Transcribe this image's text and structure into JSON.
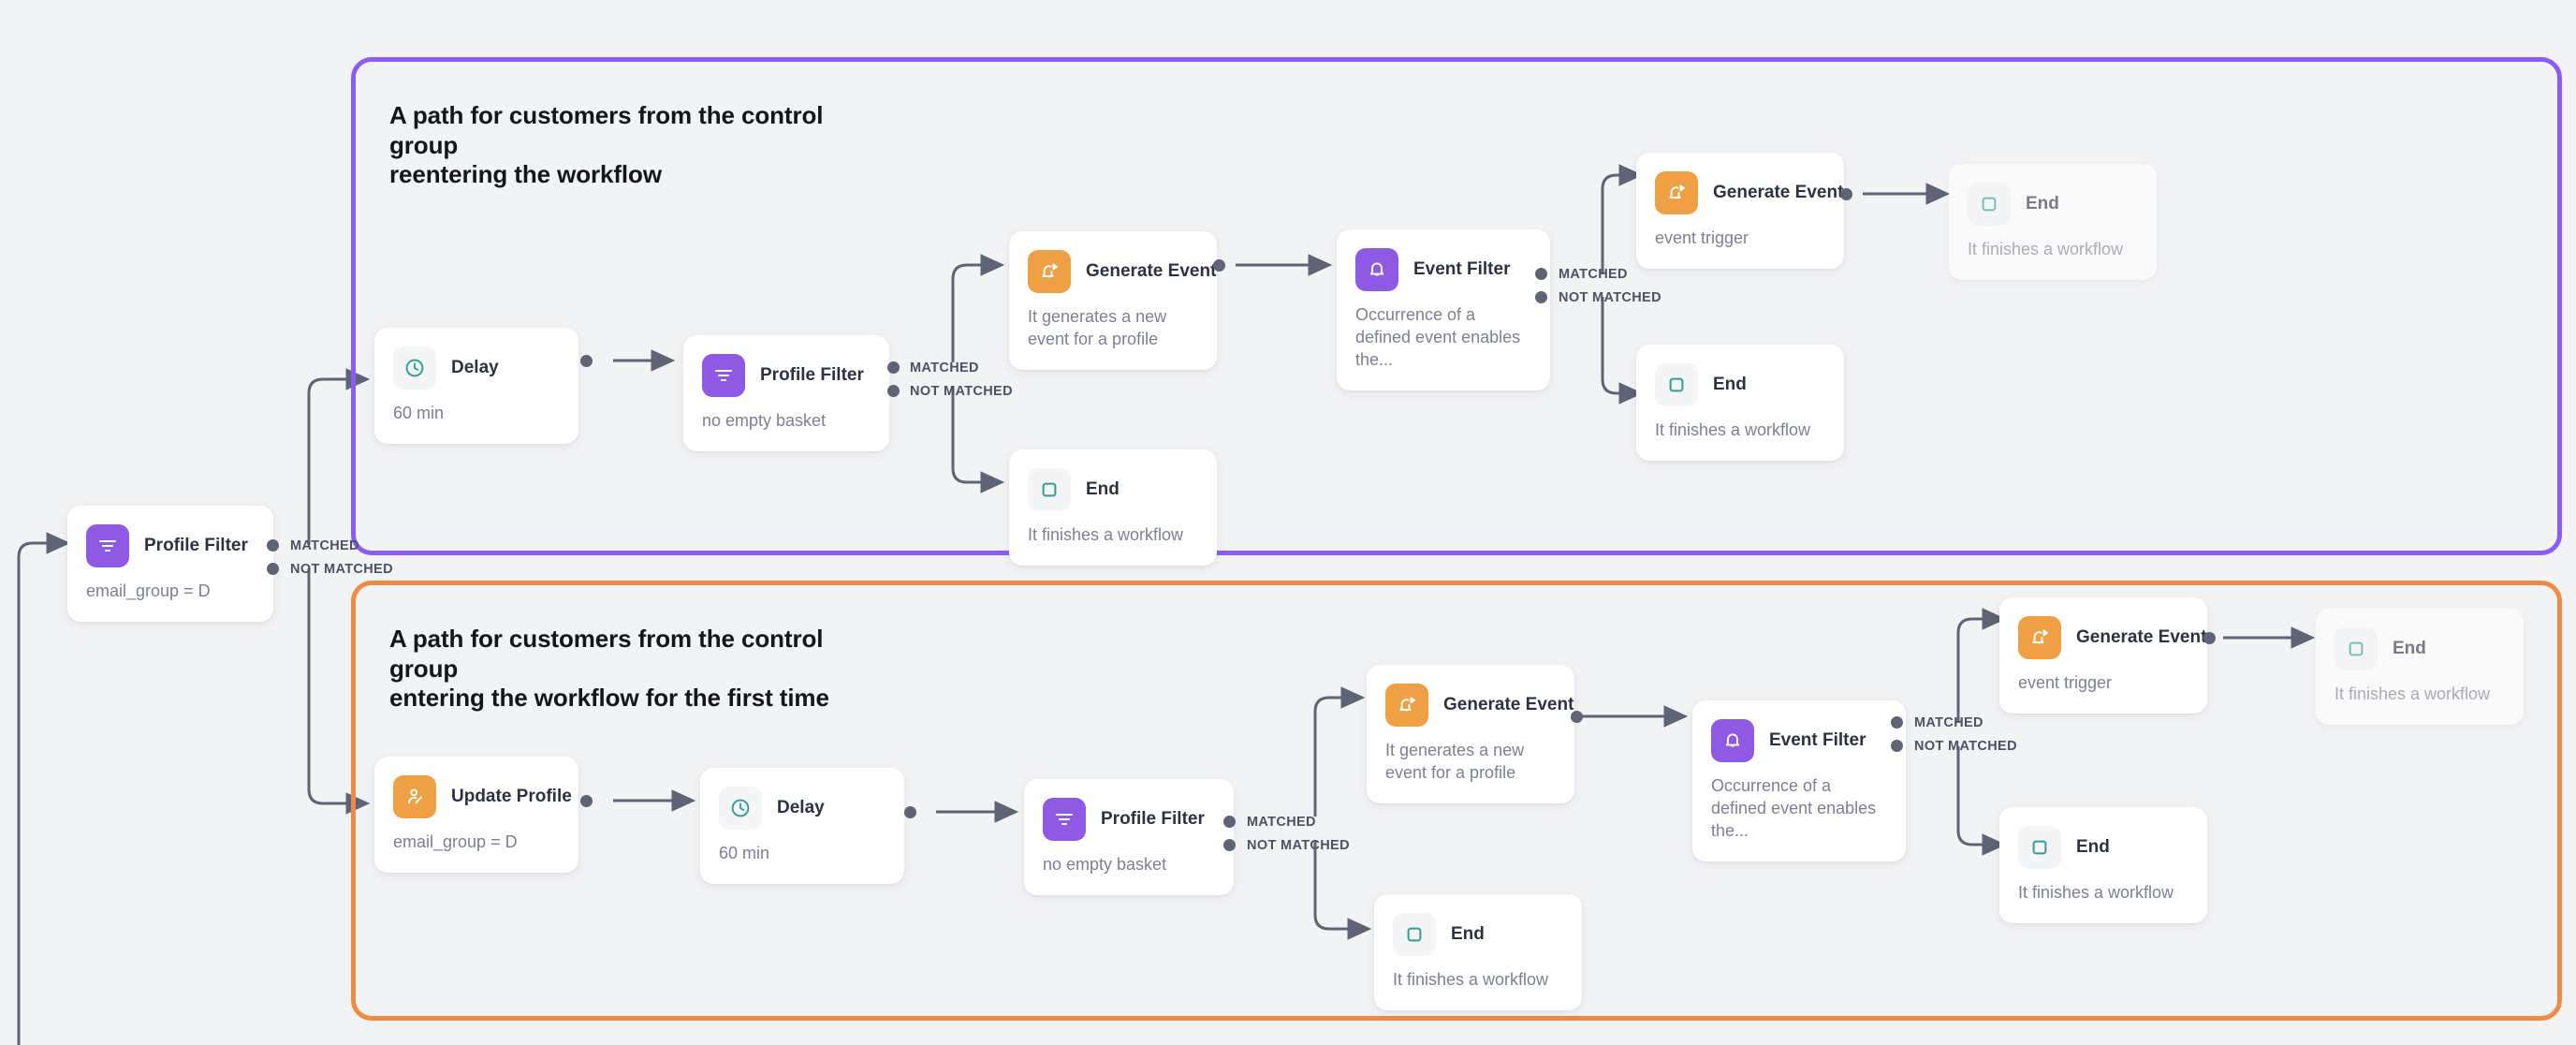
{
  "canvas": {
    "background": "#f2f3f5",
    "edge_color": "#5c6475"
  },
  "groups": [
    {
      "id": "control-reentering",
      "title": "A path for customers from the control group\n    reentering the workflow",
      "border_color": "#8b5cf6"
    },
    {
      "id": "control-first-time",
      "title": "A path for customers from the control group\n    entering the workflow for the first time",
      "border_color": "#ef8b45"
    }
  ],
  "port_labels": {
    "matched": "MATCHED",
    "not_matched": "NOT MATCHED"
  },
  "nodes": {
    "root_profile_filter": {
      "title": "Profile Filter",
      "subtitle": "email_group = D",
      "icon": "filter-icon",
      "icon_color": "#9059e4"
    },
    "top_delay": {
      "title": "Delay",
      "subtitle": "60 min",
      "icon": "clock-icon",
      "icon_color": "#2f9e95"
    },
    "top_profile_filter": {
      "title": "Profile Filter",
      "subtitle": "no empty basket",
      "icon": "filter-icon",
      "icon_color": "#9059e4"
    },
    "top_generate_event": {
      "title": "Generate Event",
      "subtitle": "It generates a new event for a profile",
      "icon": "generate-event-icon",
      "icon_color": "#efa044"
    },
    "top_end_1": {
      "title": "End",
      "subtitle": "It finishes a workflow",
      "icon": "stop-square-icon",
      "icon_color": "#2f9e95"
    },
    "top_event_filter": {
      "title": "Event Filter",
      "subtitle": "Occurrence of a defined event enables the...",
      "icon": "bell-icon",
      "icon_color": "#9059e4"
    },
    "top_generate_event_2": {
      "title": "Generate Event",
      "subtitle": "event trigger",
      "icon": "generate-event-icon",
      "icon_color": "#efa044"
    },
    "top_end_2": {
      "title": "End",
      "subtitle": "It finishes a workflow",
      "icon": "stop-square-icon",
      "icon_color": "#2f9e95"
    },
    "top_end_3": {
      "title": "End",
      "subtitle": "It finishes a workflow",
      "icon": "stop-square-icon",
      "icon_color": "#2f9e95"
    },
    "bot_update_profile": {
      "title": "Update Profile",
      "subtitle": "email_group = D",
      "icon": "update-profile-icon",
      "icon_color": "#efa044"
    },
    "bot_delay": {
      "title": "Delay",
      "subtitle": "60 min",
      "icon": "clock-icon",
      "icon_color": "#2f9e95"
    },
    "bot_profile_filter": {
      "title": "Profile Filter",
      "subtitle": "no empty basket",
      "icon": "filter-icon",
      "icon_color": "#9059e4"
    },
    "bot_generate_event": {
      "title": "Generate Event",
      "subtitle": "It generates a new event for a profile",
      "icon": "generate-event-icon",
      "icon_color": "#efa044"
    },
    "bot_end_1": {
      "title": "End",
      "subtitle": "It finishes a workflow",
      "icon": "stop-square-icon",
      "icon_color": "#2f9e95"
    },
    "bot_event_filter": {
      "title": "Event Filter",
      "subtitle": "Occurrence of a defined event enables the...",
      "icon": "bell-icon",
      "icon_color": "#9059e4"
    },
    "bot_generate_event_2": {
      "title": "Generate Event",
      "subtitle": "event trigger",
      "icon": "generate-event-icon",
      "icon_color": "#efa044"
    },
    "bot_end_2": {
      "title": "End",
      "subtitle": "It finishes a workflow",
      "icon": "stop-square-icon",
      "icon_color": "#2f9e95"
    },
    "bot_end_3": {
      "title": "End",
      "subtitle": "It finishes a workflow",
      "icon": "stop-square-icon",
      "icon_color": "#2f9e95"
    }
  }
}
